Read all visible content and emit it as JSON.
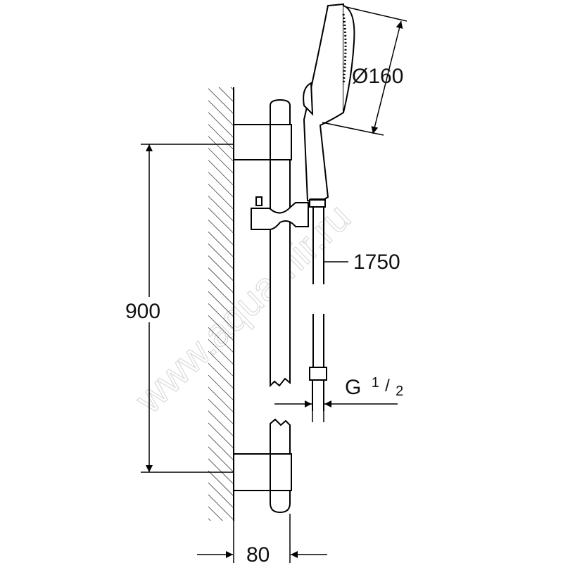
{
  "drawing": {
    "dimensions": {
      "diameter": "Ø160",
      "hose_length": "1750",
      "rail_height": "900",
      "thread_main": "G",
      "thread_frac_num": "1",
      "thread_frac_den": "2",
      "wall_offset": "80"
    },
    "watermark": "www.aquamir.ru"
  }
}
